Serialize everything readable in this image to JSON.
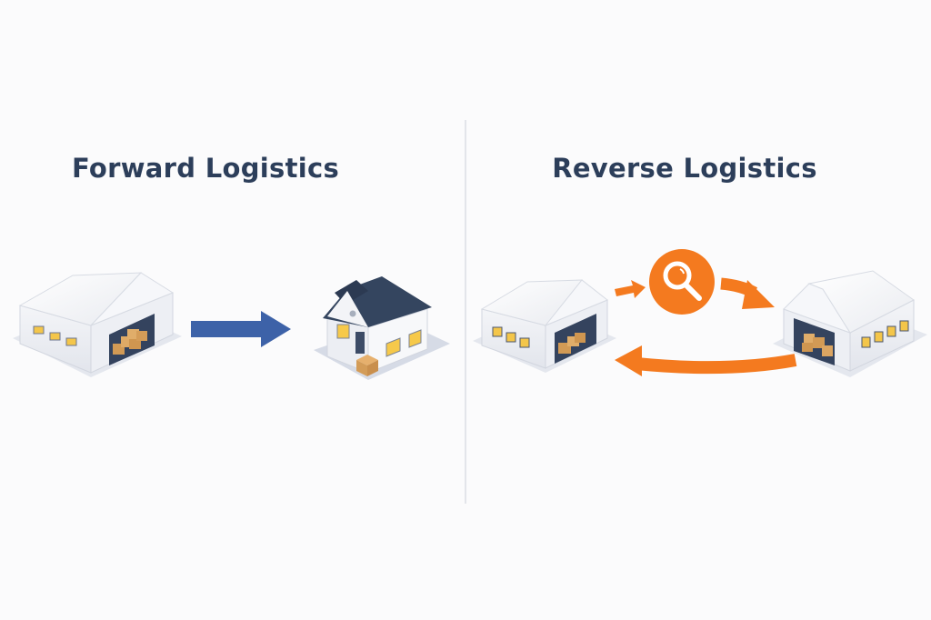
{
  "forward": {
    "title": "Forward Logistics",
    "flow": [
      "warehouse",
      "customer-home"
    ],
    "arrow_color": "#3d62a8"
  },
  "reverse": {
    "title": "Reverse Logistics",
    "flow": [
      "warehouse",
      "inspection",
      "return-warehouse",
      "warehouse"
    ],
    "arrow_color": "#f47a1f"
  },
  "colors": {
    "title": "#2c3e5a",
    "building": "#eef0f5",
    "roof_dark": "#354766",
    "box": "#d9a560",
    "window_light": "#f6c94a"
  }
}
